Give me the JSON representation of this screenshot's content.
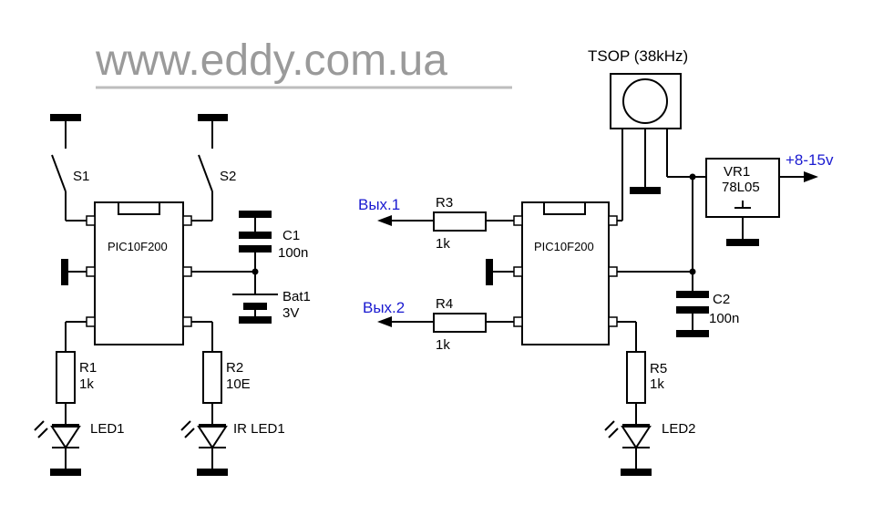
{
  "watermark": "www.eddy.com.ua",
  "left_circuit": {
    "chip_label": "PIC10F200",
    "switch1": "S1",
    "switch2": "S2",
    "c1_name": "C1",
    "c1_value": "100n",
    "bat_name": "Bat1",
    "bat_value": "3V",
    "r1_name": "R1",
    "r1_value": "1k",
    "r2_name": "R2",
    "r2_value": "10E",
    "led1": "LED1",
    "irled": "IR LED1"
  },
  "right_circuit": {
    "tsop": "TSOP (38kHz)",
    "chip_label": "PIC10F200",
    "out1": "Вых.1",
    "out2": "Вых.2",
    "r3_name": "R3",
    "r3_value": "1k",
    "r4_name": "R4",
    "r4_value": "1k",
    "vr_name": "VR1",
    "vr_value": "78L05",
    "supply": "+8-15v",
    "c2_name": "C2",
    "c2_value": "100n",
    "r5_name": "R5",
    "r5_value": "1k",
    "led2": "LED2"
  },
  "colors": {
    "wire": "#000000",
    "label_blue": "#1a1ad0",
    "watermark": "#9a9a9a"
  }
}
